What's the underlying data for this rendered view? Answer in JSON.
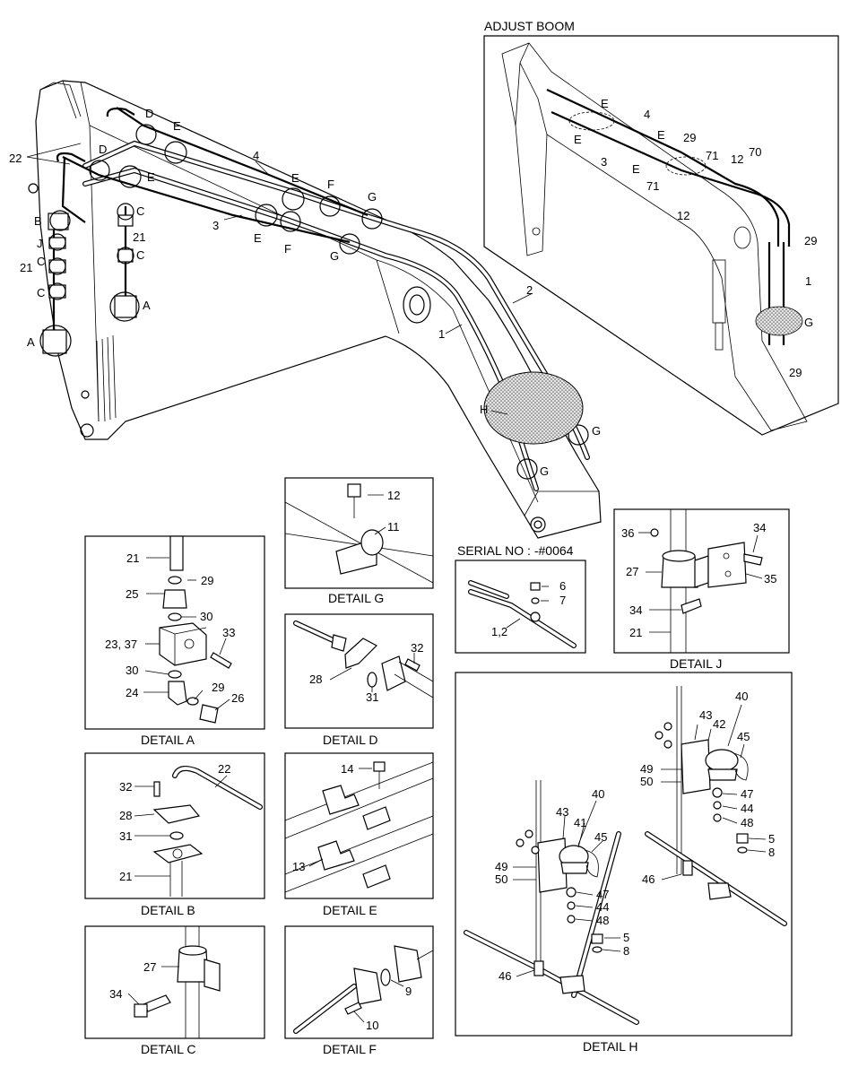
{
  "captions": {
    "adjust_boom": "ADJUST BOOM",
    "detail_a": "DETAIL  A",
    "detail_b": "DETAIL  B",
    "detail_c": "DETAIL  C",
    "detail_d": "DETAIL  D",
    "detail_e": "DETAIL  E",
    "detail_f": "DETAIL  F",
    "detail_g": "DETAIL  G",
    "detail_h": "DETAIL  H",
    "detail_j": "DETAIL  J",
    "serial": "SERIAL NO : -#0064"
  },
  "main_labels": {
    "l22": "22",
    "lB": "B",
    "lJ": "J",
    "l21a": "21",
    "lCa": "C",
    "lCb": "C",
    "lAa": "A",
    "lD1": "D",
    "lD2": "D",
    "lE1": "E",
    "lE2": "E",
    "lC1": "C",
    "l21b": "21",
    "lC2": "C",
    "lA2": "A",
    "l4": "4",
    "l3": "3",
    "lE3": "E",
    "lE4": "E",
    "lF1": "F",
    "lF2": "F",
    "lG1": "G",
    "lG2": "G",
    "l2": "2",
    "l1": "1",
    "lH": "H",
    "lG3": "G",
    "lG4": "G"
  },
  "adjust_labels": {
    "e1": "E",
    "e2": "E",
    "e3": "E",
    "e4": "E",
    "n4": "4",
    "n3": "3",
    "n29": "29",
    "n71a": "71",
    "n71b": "71",
    "n12a": "12",
    "n12b": "12",
    "n70": "70",
    "n29b": "29",
    "n1": "1",
    "g": "G",
    "n29c": "29"
  },
  "detail_a_labels": {
    "a21": "21",
    "a29": "29",
    "a25": "25",
    "a30": "30",
    "a2337": "23, 37",
    "a33": "33",
    "a30b": "30",
    "a24": "24",
    "a29b": "29",
    "a26": "26"
  },
  "detail_b_labels": {
    "b32": "32",
    "b22": "22",
    "b28": "28",
    "b31": "31",
    "b21": "21"
  },
  "detail_c_labels": {
    "c27": "27",
    "c34": "34"
  },
  "detail_d_labels": {
    "d28": "28",
    "d32": "32",
    "d31": "31"
  },
  "detail_e_labels": {
    "e14": "14",
    "e13": "13"
  },
  "detail_f_labels": {
    "f9": "9",
    "f10": "10"
  },
  "detail_g_labels": {
    "g12": "12",
    "g11": "11"
  },
  "serial_labels": {
    "s6": "6",
    "s7": "7",
    "s12": "1,2"
  },
  "detail_j_labels": {
    "j36": "36",
    "j34": "34",
    "j27": "27",
    "j35": "35",
    "j34b": "34",
    "j21": "21"
  },
  "detail_h_labels": {
    "h40": "40",
    "h43": "43",
    "h42": "42",
    "h45": "45",
    "h49": "49",
    "h50": "50",
    "h47": "47",
    "h44": "44",
    "h48": "48",
    "h5": "5",
    "h8": "8",
    "h46": "46",
    "h40b": "40",
    "h43b": "43",
    "h41": "41",
    "h45b": "45",
    "h49b": "49",
    "h50b": "50",
    "h47b": "47",
    "h44b": "44",
    "h48b": "48",
    "h5b": "5",
    "h8b": "8",
    "h46b": "46"
  }
}
